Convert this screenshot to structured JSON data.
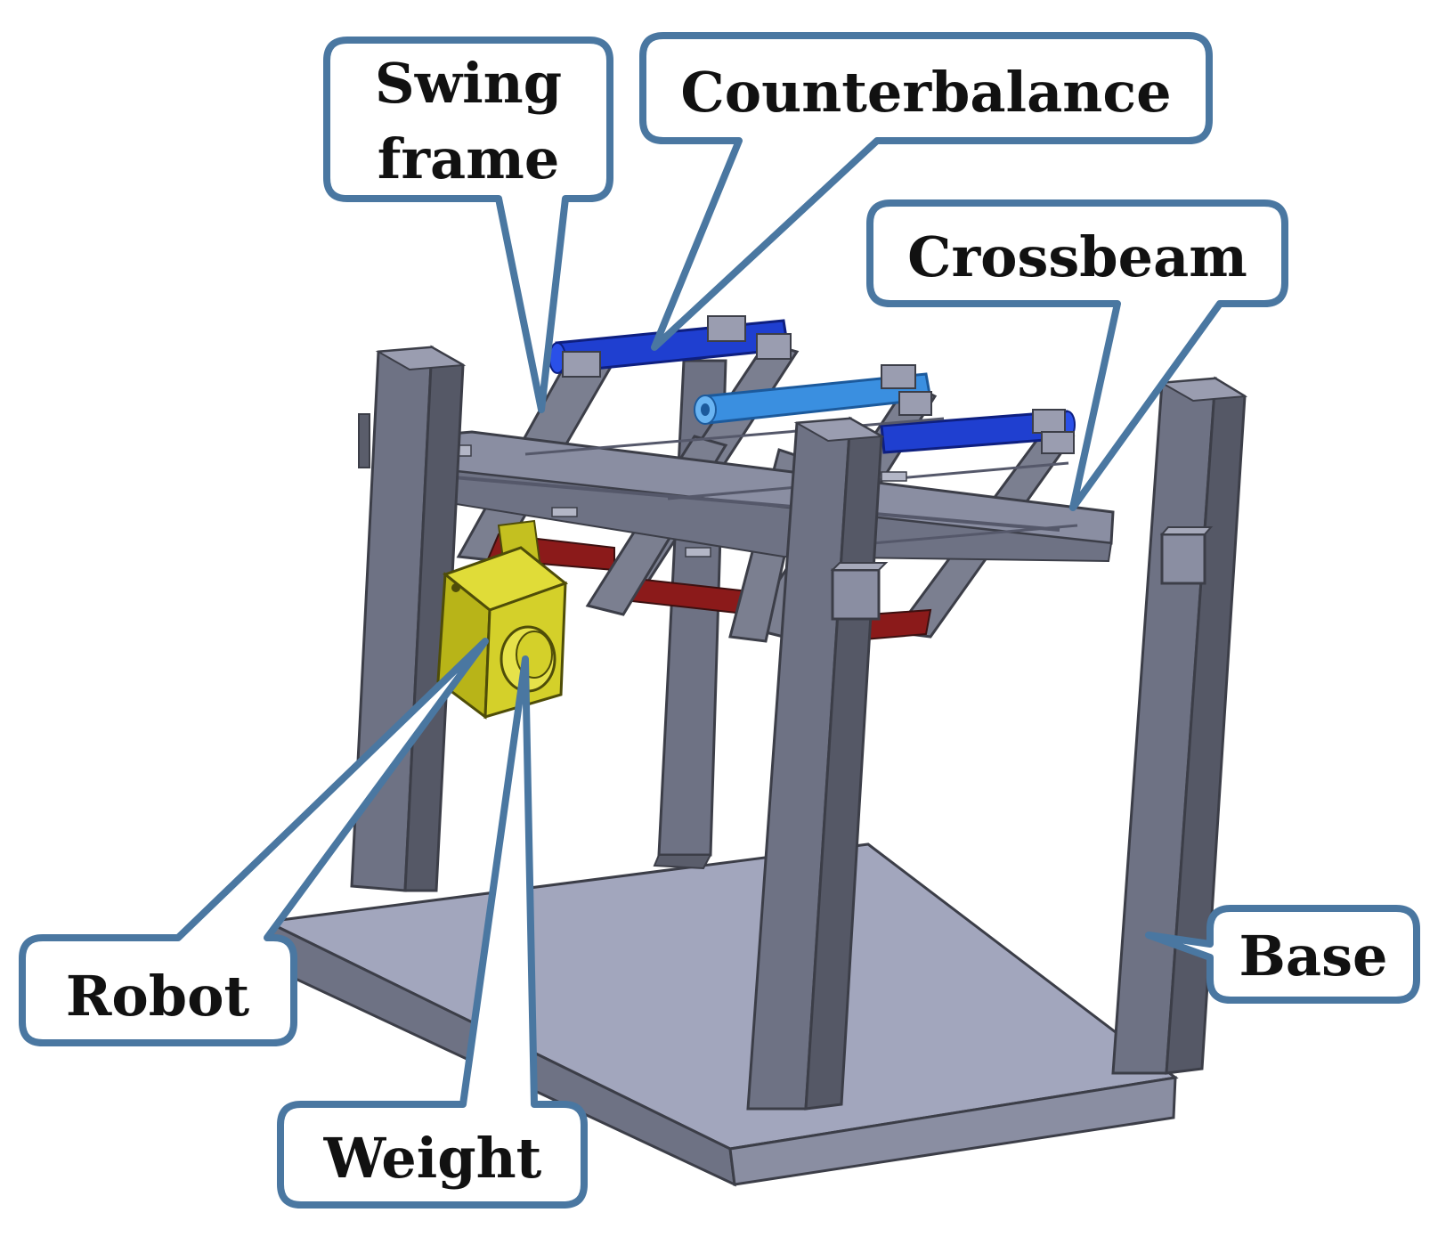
{
  "labels": {
    "swing_frame_line1": "Swing",
    "swing_frame_line2": "frame",
    "counterbalance": "Counterbalance",
    "crossbeam": "Crossbeam",
    "robot": "Robot",
    "weight": "Weight",
    "base": "Base"
  },
  "colors": {
    "callout_border": "#4a77a1",
    "frame_grey": "#7b7f90",
    "frame_dark": "#5a5d6b",
    "frame_light": "#9a9db0",
    "base_top": "#a2a6bd",
    "counterbalance_blue": "#1f3fd0",
    "crossbeam_light_blue": "#3a8fe0",
    "robot_yellow": "#d4d02a",
    "weight_red": "#8b1a1a"
  }
}
